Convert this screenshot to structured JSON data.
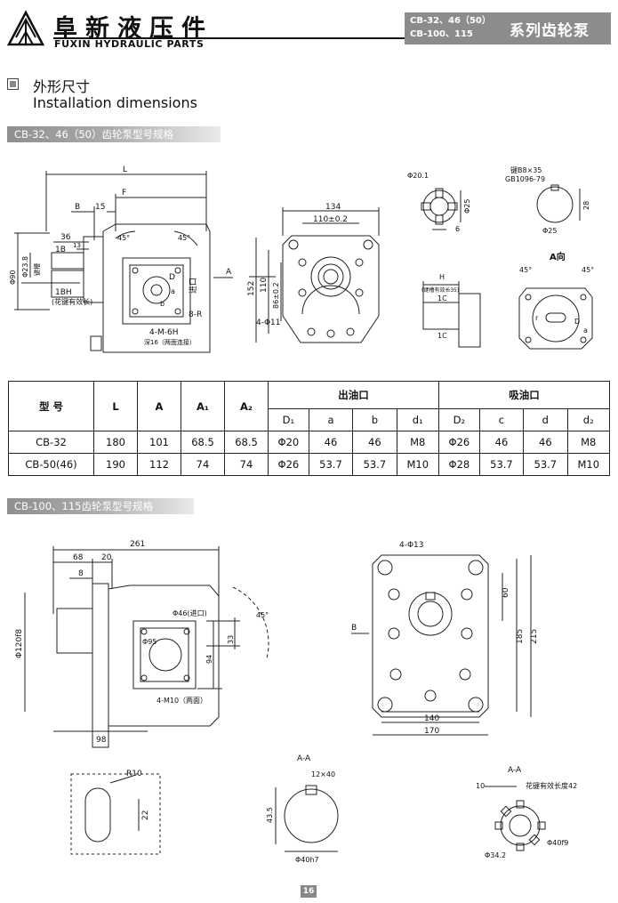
{
  "header": {
    "brand_cn": "阜新液压件",
    "brand_en": "FUXIN HYDRAULIC PARTS",
    "series_models": "CB-32、46（50）\nCB-100、115",
    "series_title": "系列齿轮泵"
  },
  "section": {
    "title_cn": "外形尺寸",
    "title_en": "Installation dimensions"
  },
  "band1": "CB-32、46（50）齿轮泵型号规格",
  "band2": "CB-100、115齿轮泵型号规格",
  "drawing1": {
    "L": "L",
    "F": "F",
    "B": "B",
    "d15": "15",
    "d36": "36",
    "d13": "13",
    "s1B": "1B",
    "s1BH": "1BH",
    "spline_note": "(花键有效长)",
    "phi90": "Φ90",
    "phi23_8": "Φ23.8",
    "jian": "键槽",
    "a45l": "45°",
    "a45r": "45°",
    "D": "D",
    "a": "a",
    "b": "b",
    "inlet": "进口",
    "r8": "8-R",
    "m6h": "4-M-6H",
    "m6h_note": "深16（两面连接）",
    "A": "A",
    "arrow_A": "A"
  },
  "drawing2": {
    "d134": "134",
    "d110": "110±0.2",
    "d152": "152",
    "d110v": "110",
    "d86": "86±0.2",
    "phi11": "4-Φ11"
  },
  "drawing3": {
    "phi20_1": "Φ20.1",
    "phi25": "Φ25",
    "d6": "6"
  },
  "drawing4": {
    "key": "键B8×35",
    "gb": "GB1096-79",
    "d28": "28",
    "phi25": "Φ25"
  },
  "drawing5": {
    "H": "H",
    "note": "(键槽有效长35)",
    "c1a": "1C",
    "c1b": "1C"
  },
  "drawing6": {
    "title": "A向",
    "a45l": "45°",
    "a45r": "45°",
    "r": "r",
    "D": "D",
    "a": "a"
  },
  "table": {
    "h_model": "型 号",
    "h_L": "L",
    "h_A": "A",
    "h_A1": "A₁",
    "h_A2": "A₂",
    "h_out": "出油口",
    "h_in": "吸油口",
    "sub": [
      "D₁",
      "a",
      "b",
      "d₁",
      "D₂",
      "c",
      "d",
      "d₂"
    ],
    "rows": [
      [
        "CB-32",
        "180",
        "101",
        "68.5",
        "68.5",
        "Φ20",
        "46",
        "46",
        "M8",
        "Φ26",
        "46",
        "46",
        "M8"
      ],
      [
        "CB-50(46)",
        "190",
        "112",
        "74",
        "74",
        "Φ26",
        "53.7",
        "53.7",
        "M10",
        "Φ28",
        "53.7",
        "53.7",
        "M10"
      ]
    ]
  },
  "drawing7": {
    "d261": "261",
    "d68": "68",
    "d20": "20",
    "d8": "8",
    "phi120": "Φ120f8",
    "phi46": "Φ46(进口)",
    "phi95": "Φ95",
    "d33": "33",
    "d94": "94",
    "m10": "4-M10（两面）",
    "d98": "98",
    "a45": "45°"
  },
  "drawing8": {
    "phi13": "4-Φ13",
    "d60": "60",
    "d185": "185",
    "d215": "215",
    "d140": "140",
    "d170": "170",
    "B": "B"
  },
  "drawing9": {
    "R10": "R10",
    "d22": "22"
  },
  "drawing10": {
    "title": "A-A",
    "key": "12×40",
    "d43_5": "43.5",
    "phi40": "Φ40h7"
  },
  "drawing11": {
    "title": "A-A",
    "spline": "花键有效长度42",
    "d10": "10",
    "phi34": "Φ34.2",
    "phi40f9": "Φ40f9"
  },
  "page": "16"
}
